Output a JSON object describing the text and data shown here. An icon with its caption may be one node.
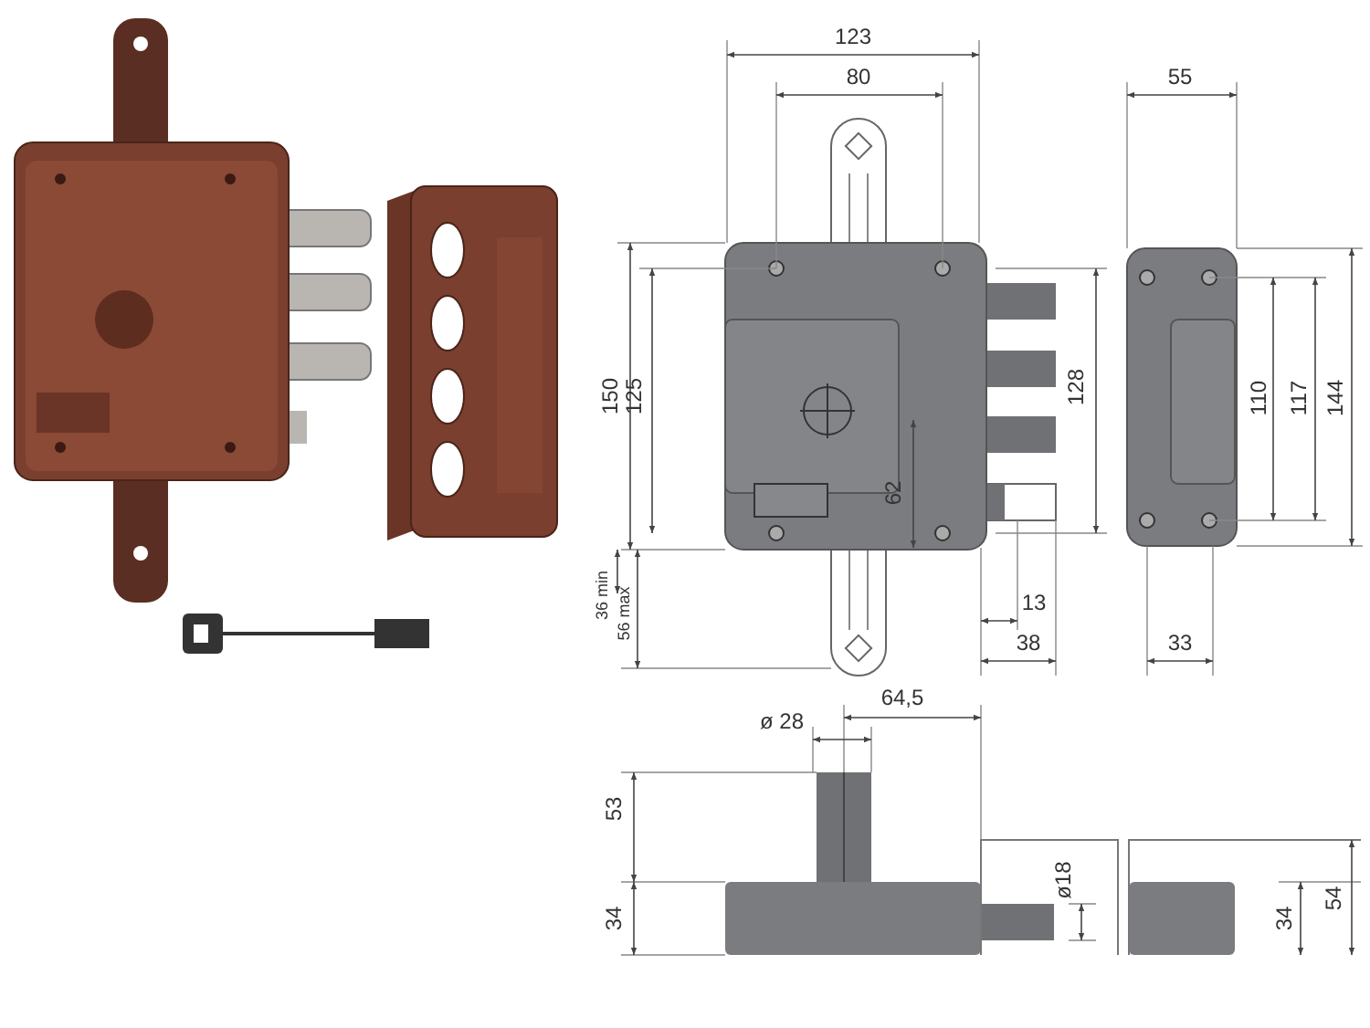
{
  "diagram": {
    "labels": [
      "123",
      "80",
      "55",
      "150",
      "125",
      "128",
      "110",
      "117",
      "144",
      "62",
      "36 min",
      "56 max",
      "13",
      "38",
      "33",
      "ø 28",
      "64,5",
      "53",
      "34",
      "ø18",
      "34",
      "54"
    ]
  }
}
